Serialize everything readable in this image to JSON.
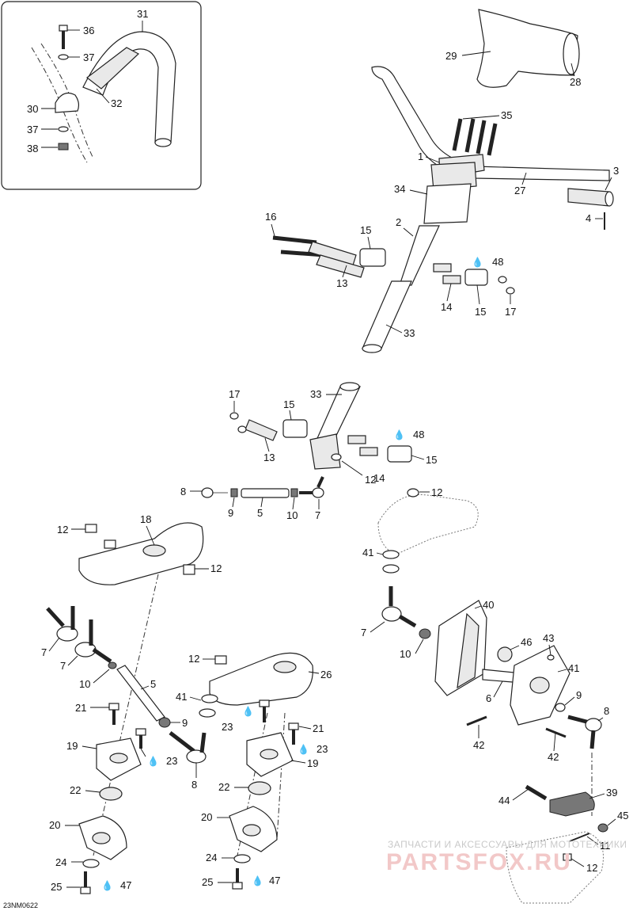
{
  "diagram_code": "23NM0622",
  "watermark": {
    "line1": "ЗАПЧАСТИ И АКСЕССУАРЫ ДЛЯ МОТОТЕХНИКИ",
    "line2": "PARTSFOX.RU"
  },
  "callouts": {
    "inset": {
      "c31": "31",
      "c36": "36",
      "c37a": "37",
      "c30": "30",
      "c32": "32",
      "c37b": "37",
      "c38": "38"
    },
    "top": {
      "c29": "29",
      "c28": "28",
      "c35": "35",
      "c1": "1",
      "c3": "3",
      "c34": "34",
      "c27": "27",
      "c4": "4",
      "c2": "2",
      "c16": "16",
      "c15a": "15",
      "c48": "48",
      "c13": "13",
      "c14": "14",
      "c15b": "15",
      "c17": "17",
      "c33": "33"
    },
    "mid": {
      "c17": "17",
      "c33": "33",
      "c15a": "15",
      "c48": "48",
      "c13": "13",
      "c12": "12",
      "c14": "14",
      "c15b": "15",
      "c8": "8",
      "c9": "9",
      "c5": "5",
      "c10": "10",
      "c7": "7",
      "c12b": "12"
    },
    "lower_left": {
      "c12a": "12",
      "c18": "18",
      "c12b": "12",
      "c7a": "7",
      "c7b": "7",
      "c10": "10",
      "c5": "5",
      "c21": "21",
      "c9": "9",
      "c23": "23",
      "c19": "19",
      "c8": "8",
      "c22": "22",
      "c20": "20",
      "c24": "24",
      "c25": "25",
      "c47": "47"
    },
    "lower_center": {
      "c12": "12",
      "c26": "26",
      "c41": "41",
      "c23a": "23",
      "c21": "21",
      "c23b": "23",
      "c19": "19",
      "c22": "22",
      "c20": "20",
      "c24": "24",
      "c25": "25",
      "c47": "47"
    },
    "lower_right": {
      "c41a": "41",
      "c40": "40",
      "c7": "7",
      "c10": "10",
      "c46": "46",
      "c43": "43",
      "c41b": "41",
      "c6": "6",
      "c9": "9",
      "c8": "8",
      "c42a": "42",
      "c42b": "42",
      "c44": "44",
      "c39": "39",
      "c45": "45",
      "c11": "11",
      "c12": "12"
    }
  }
}
